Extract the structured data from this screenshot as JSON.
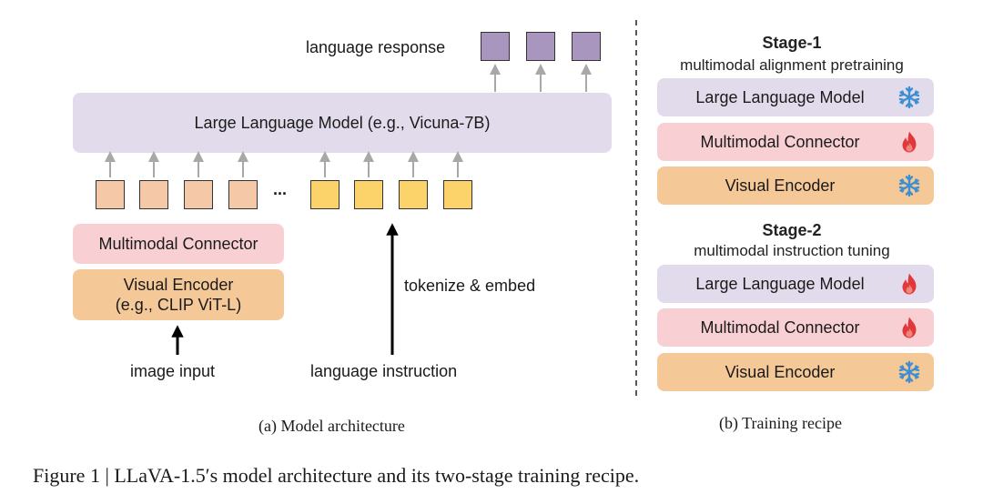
{
  "architecture": {
    "llm_label": "Large Language Model (e.g., Vicuna-7B)",
    "output_label": "language response",
    "connector_label": "Multimodal Connector",
    "encoder_label_line1": "Visual Encoder",
    "encoder_label_line2": "(e.g., CLIP ViT-L)",
    "ellipsis": "...",
    "embed_label": "tokenize & embed",
    "image_input_label": "image input",
    "instruction_label": "language instruction",
    "caption": "(a) Model architecture"
  },
  "recipe": {
    "stage1": {
      "title": "Stage-1",
      "subtitle": "multimodal alignment pretraining",
      "rows": [
        {
          "label": "Large Language Model",
          "state_icon": "snowflake-icon"
        },
        {
          "label": "Multimodal Connector",
          "state_icon": "flame-icon"
        },
        {
          "label": "Visual Encoder",
          "state_icon": "snowflake-icon"
        }
      ]
    },
    "stage2": {
      "title": "Stage-2",
      "subtitle": "multimodal instruction tuning",
      "rows": [
        {
          "label": "Large Language Model",
          "state_icon": "flame-icon"
        },
        {
          "label": "Multimodal Connector",
          "state_icon": "flame-icon"
        },
        {
          "label": "Visual Encoder",
          "state_icon": "snowflake-icon"
        }
      ]
    },
    "caption": "(b) Training recipe"
  },
  "figure_caption": "Figure 1 | LLaVA-1.5′s model architecture and its two-stage training recipe.",
  "colors": {
    "llm": "#e2dbeb",
    "connector": "#f8d0d4",
    "encoder": "#f5c898",
    "visual_token": "#f5c8a8",
    "language_token": "#fbd36a",
    "output_token": "#a996bf",
    "snowflake": "#3d8fd1",
    "flame": "#e0393b"
  }
}
